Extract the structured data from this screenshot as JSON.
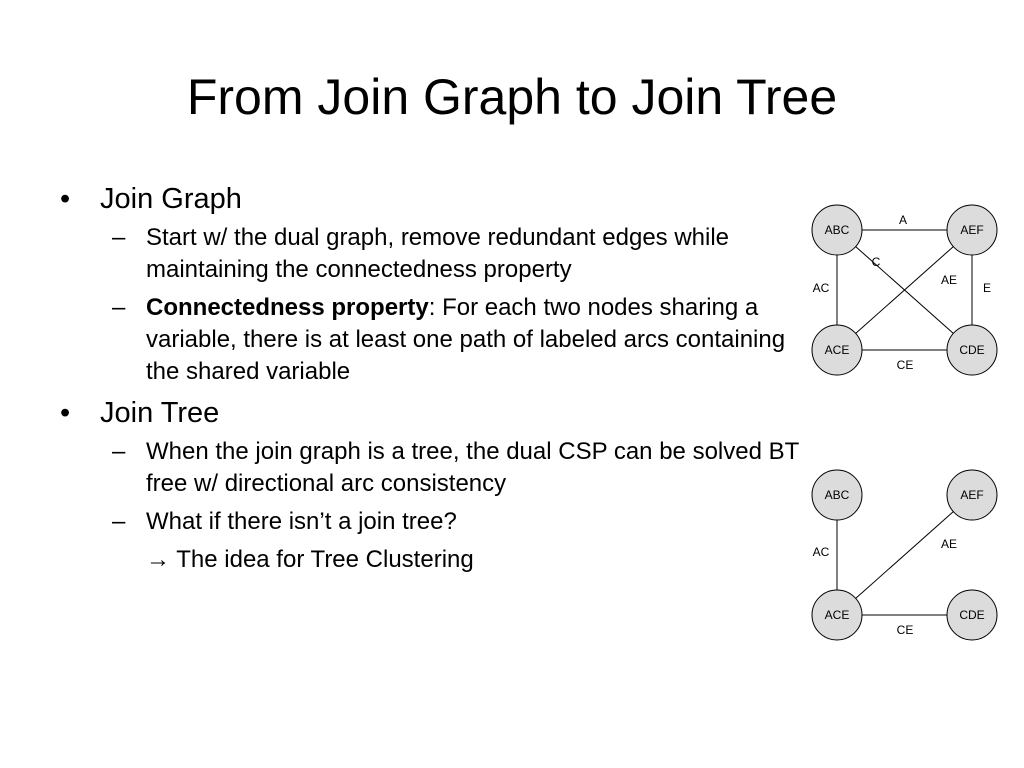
{
  "title": "From Join Graph to Join Tree",
  "bullets": {
    "join_graph": {
      "heading": "Join Graph",
      "sub1": "Start w/ the dual graph, remove redundant edges while maintaining the connectedness property",
      "sub2_bold": "Connectedness property",
      "sub2_rest": ": For each two nodes sharing a variable, there is at least one path of labeled arcs containing the shared variable"
    },
    "join_tree": {
      "heading": "Join Tree",
      "sub1": "When the join graph is a tree, the dual CSP can be solved BT free w/ directional arc consistency",
      "sub2": "What if there isn’t a join tree?",
      "sub3": " The idea for Tree Clustering"
    }
  },
  "symbols": {
    "bullet": "•",
    "dash": "–",
    "arrow": "→"
  },
  "graph1": {
    "nodes": {
      "abc": "ABC",
      "aef": "AEF",
      "ace": "ACE",
      "cde": "CDE"
    },
    "edges": {
      "abc_aef": "A",
      "abc_cde": "C",
      "abc_ace": "AC",
      "aef_ace": "AE",
      "aef_cde": "E",
      "ace_cde": "CE"
    }
  },
  "graph2": {
    "nodes": {
      "abc": "ABC",
      "aef": "AEF",
      "ace": "ACE",
      "cde": "CDE"
    },
    "edges": {
      "abc_ace": "AC",
      "aef_ace": "AE",
      "ace_cde": "CE"
    }
  }
}
